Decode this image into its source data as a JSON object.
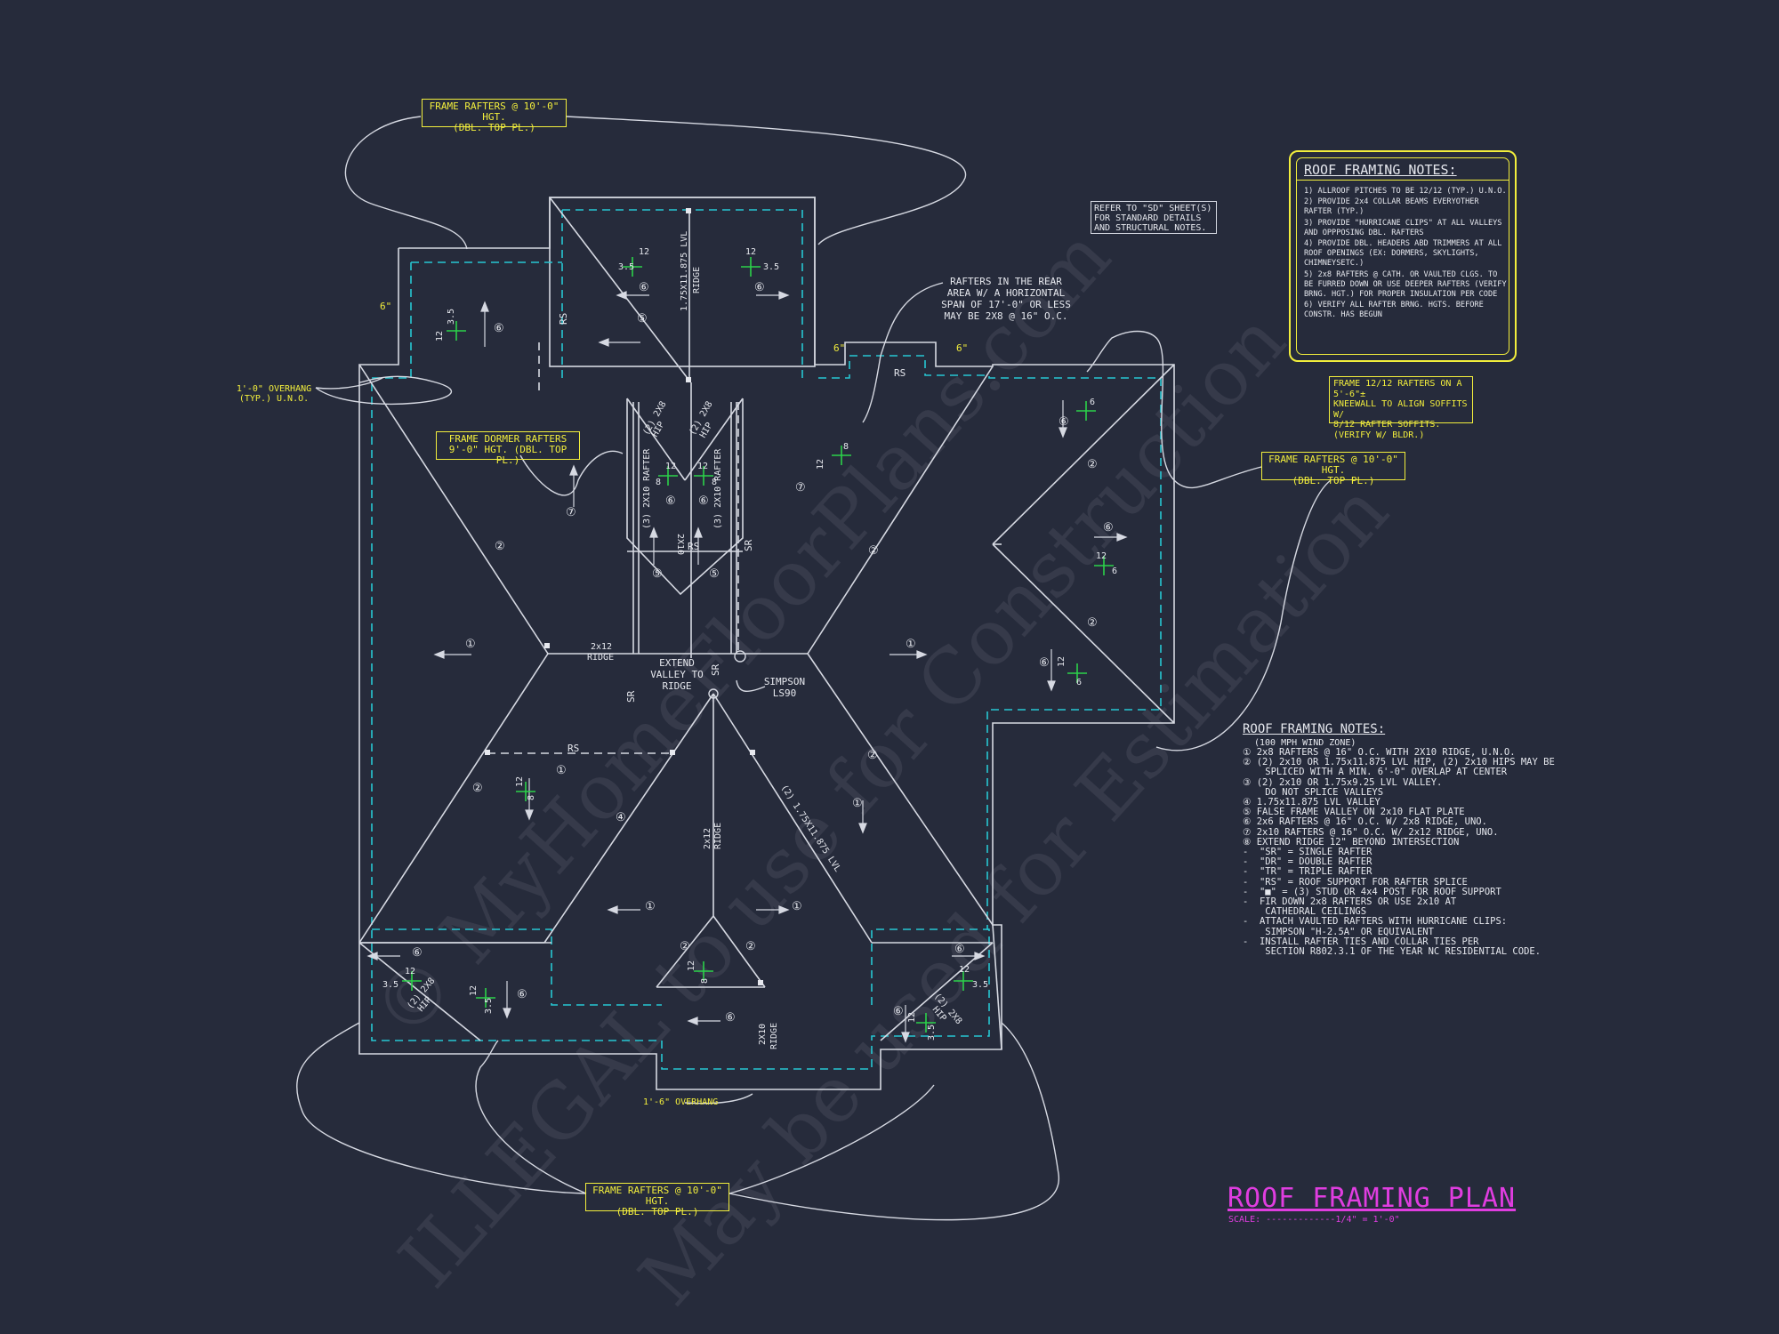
{
  "watermark": {
    "line1": "© MyHomeFloorPlans.com",
    "line2": "ILLEGAL to use for Construction",
    "line3": "May be used for Estimation"
  },
  "labels": {
    "top_frame": "FRAME RAFTERS @ 10'-0\" HGT.\n(DBL. TOP PL.)",
    "dormer_frame": "FRAME DORMER RAFTERS\n9'-0\" HGT. (DBL. TOP PL.)",
    "right_frame": "FRAME RAFTERS @ 10'-0\" HGT.\n(DBL. TOP PL.)",
    "bottom_frame": "FRAME RAFTERS @ 10'-0\" HGT.\n(DBL. TOP PL.)",
    "kneewall": "FRAME 12/12 RAFTERS ON A 5'-6\"±\nKNEEWALL TO ALIGN SOFFITS W/\n8/12 RAFTER SOFFITS.\n(VERIFY W/ BLDR.)",
    "refer": "REFER TO \"SD\" SHEET(S)\nFOR STANDARD DETAILS\nAND STRUCTURAL NOTES.",
    "rear_area": "RAFTERS IN THE REAR\nAREA W/ A HORIZONTAL\nSPAN OF 17'-0\" OR LESS\nMAY BE 2X8 @ 16\" O.C.",
    "overhang_left": "1'-0\" OVERHANG\n(TYP.) U.N.O.",
    "overhang_bottom": "1'-6\" OVERHANG",
    "extend_valley": "EXTEND\nVALLEY TO\nRIDGE",
    "simpson": "SIMPSON\nLS90"
  },
  "notes_box": {
    "title": "ROOF FRAMING NOTES:",
    "items": [
      "1) ALLROOF PITCHES TO BE 12/12 (TYP.) U.N.O.",
      "2) PROVIDE 2x4 COLLAR BEAMS EVERYOTHER RAFTER (TYP.)",
      "3) PROVIDE \"HURRICANE CLIPS\" AT ALL VALLEYS AND OPPPOSING DBL. RAFTERS",
      "4) PROVIDE DBL. HEADERS ABD TRIMMERS AT ALL ROOF OPENINGS (EX: DORMERS, SKYLIGHTS, CHIMNEYSETC.)",
      "5) 2x8 RAFTERS @ CATH. OR VAULTED CLGS. TO BE FURRED DOWN OR USE DEEPER RAFTERS (VERIFY BRNG. HGT.) FOR PROPER INSULATION PER CODE",
      "6) VERIFY ALL RAFTER BRNG. HGTS. BEFORE CONSTR. HAS BEGUN"
    ]
  },
  "legend": {
    "title": "ROOF FRAMING NOTES:",
    "subtitle": "(100 MPH WIND ZONE)",
    "items": [
      "① 2x8 RAFTERS @ 16\" O.C. WITH 2X10 RIDGE, U.N.O.",
      "② (2) 2x10 OR 1.75x11.875 LVL HIP, (2) 2x10 HIPS MAY BE",
      "    SPLICED WITH A MIN. 6'-0\" OVERLAP AT CENTER",
      "③ (2) 2x10 OR 1.75x9.25 LVL VALLEY.",
      "    DO NOT SPLICE VALLEYS",
      "④ 1.75x11.875 LVL VALLEY",
      "⑤ FALSE FRAME VALLEY ON 2x10 FLAT PLATE",
      "⑥ 2x6 RAFTERS @ 16\" O.C. W/ 2x8 RIDGE, UNO.",
      "⑦ 2x10 RAFTERS @ 16\" O.C. W/ 2x12 RIDGE, UNO.",
      "⑧ EXTEND RIDGE 12\" BEYOND INTERSECTION",
      "-  \"SR\" = SINGLE RAFTER",
      "-  \"DR\" = DOUBLE RAFTER",
      "-  \"TR\" = TRIPLE RAFTER",
      "-  \"RS\" = ROOF SUPPORT FOR RAFTER SPLICE",
      "-  \"■\" = (3) STUD OR 4x4 POST FOR ROOF SUPPORT",
      "-  FIR DOWN 2x8 RAFTERS OR USE 2x10 AT",
      "    CATHEDRAL CEILINGS",
      "-  ATTACH VAULTED RAFTERS WITH HURRICANE CLIPS:",
      "    SIMPSON \"H-2.5A\" OR EQUIVALENT",
      "-  INSTALL RAFTER TIES AND COLLAR TIES PER",
      "    SECTION R802.3.1 OF THE YEAR NC RESIDENTIAL CODE."
    ]
  },
  "title_block": {
    "title": "ROOF FRAMING PLAN",
    "scale": "SCALE: -------------1/4\" = 1'-0\""
  },
  "plan_text": {
    "rs": "RS",
    "sr": "SR",
    "ridge_2x12": "2x12\nRIDGE",
    "ridge_2x10": "2X10\nRIDGE",
    "ridge_lvl": "1.75X11.875 LVL\nRIDGE",
    "hip_lvl": "(2) 1.75X11.875 LVL",
    "rafter_3_2x10": "(3) 2X10 RAFTER",
    "hip_2x8": "(2) 2X8\nHIP",
    "hip_2x10": "2X10\nHIP",
    "pitch_12": "12",
    "pitch_35": "3.5",
    "pitch_8": "8",
    "pitch_6": "6",
    "dim_6in": "6\""
  }
}
